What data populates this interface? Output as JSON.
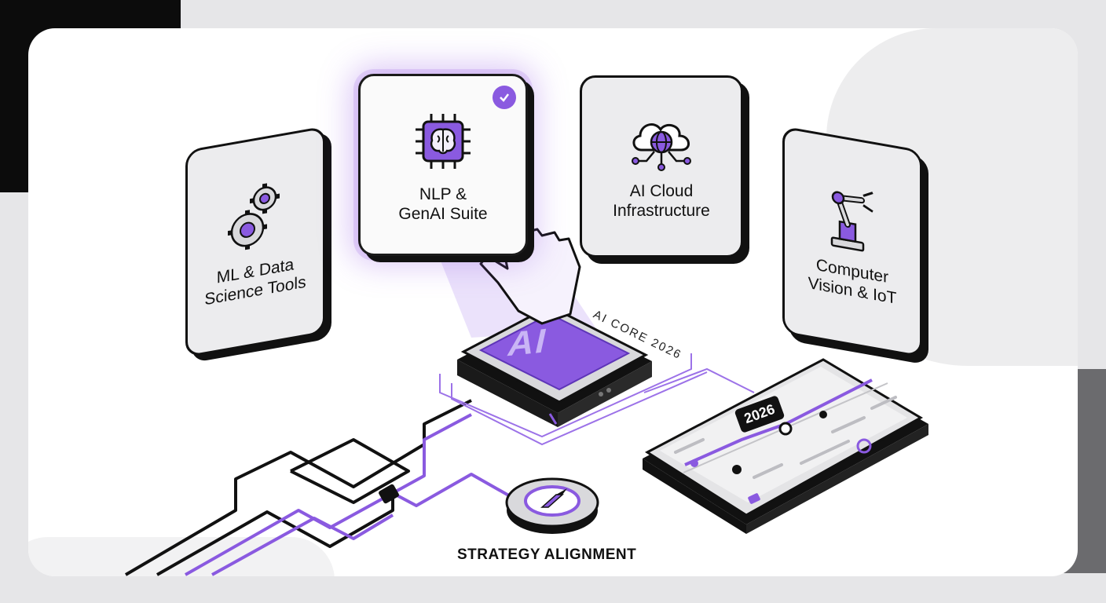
{
  "cards": {
    "ml": {
      "label": "ML & Data\nScience Tools"
    },
    "nlp": {
      "label": "NLP &\nGenAI Suite"
    },
    "cloud": {
      "label": "AI Cloud\nInfrastructure"
    },
    "cv": {
      "label": "Computer\nVision & IoT"
    }
  },
  "core": {
    "chip": "AI",
    "caption": "AI CORE 2026"
  },
  "timeline": {
    "year": "2026"
  },
  "compass": {
    "label": "STRATEGY ALIGNMENT"
  },
  "colors": {
    "accent": "#8a5ae0",
    "ink": "#111111",
    "panel": "#ececee"
  },
  "icons": [
    "gear-icon",
    "brain-chip-icon",
    "check-icon",
    "cloud-globe-icon",
    "robot-arm-icon",
    "hand-pointer-icon",
    "compass-icon"
  ]
}
